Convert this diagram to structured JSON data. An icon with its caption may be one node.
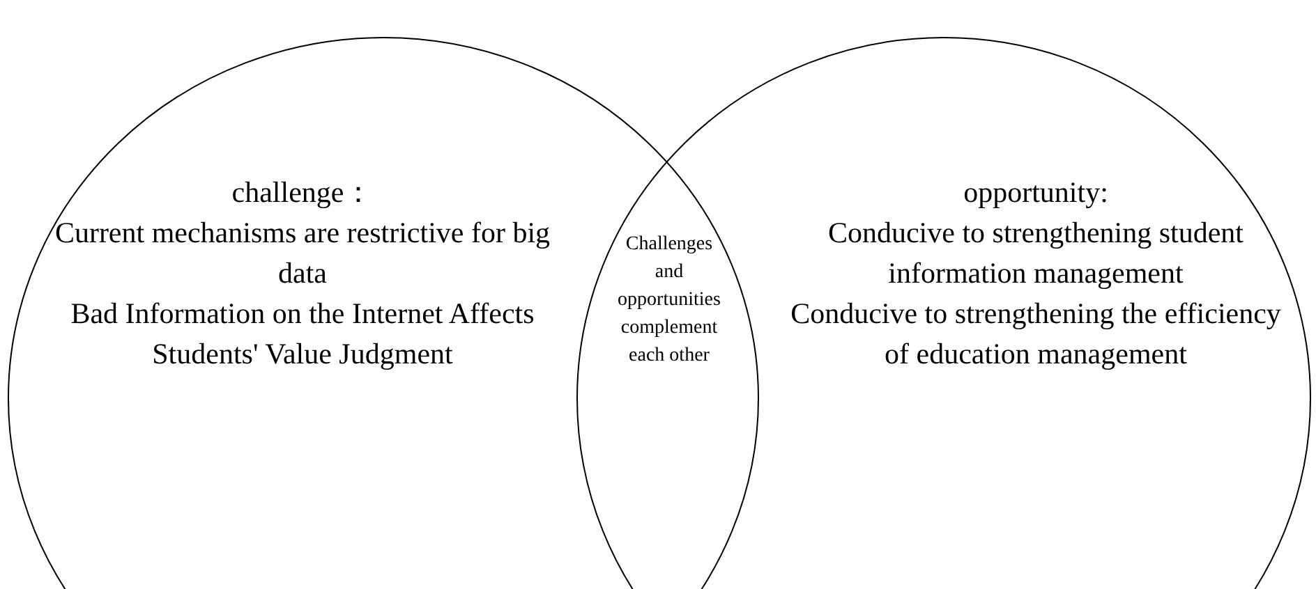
{
  "diagram": {
    "nodes": [
      {
        "text": [
          "challenge：",
          "Current mechanisms are restrictive for big data",
          "Bad Information on the Internet Affects Students' Value Judgment"
        ]
      },
      {
        "text": [
          "opportunity:",
          "Conducive to strengthening student information management",
          "Conducive to strengthening the efficiency of education management"
        ]
      },
      {
        "text": [
          "Challenges and opportunities complement each other"
        ]
      }
    ],
    "edges": []
  }
}
